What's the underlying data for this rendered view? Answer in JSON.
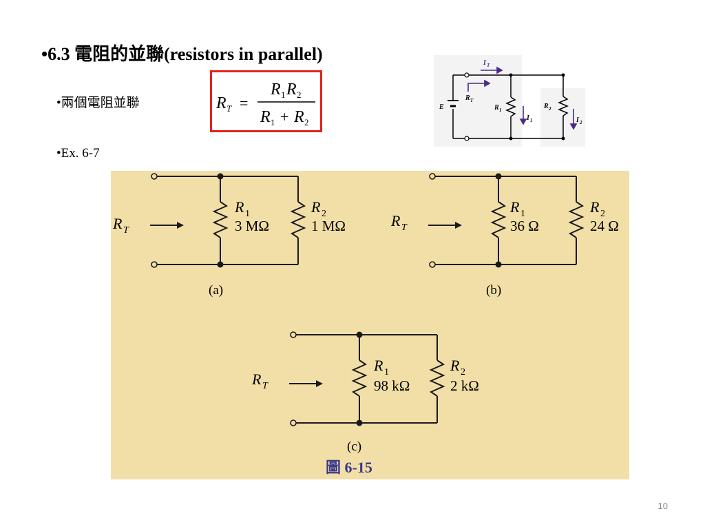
{
  "slide": {
    "title": "•6.3 電阻的並聯(resistors in parallel)",
    "bullet_two_resistors": "•兩個電阻並聯",
    "bullet_example": "•Ex. 6-7",
    "page_number": "10"
  },
  "formula": {
    "lhs": "R",
    "lhs_sub": "T",
    "equals": "=",
    "num_r": "R",
    "num_sub1": "1",
    "num_sub2": "2",
    "den_r": "R",
    "den_sub1": "1",
    "den_plus": "+",
    "den_sub2": "2"
  },
  "small_circuit": {
    "source_label": "E",
    "total_current_label": "I",
    "total_current_sub": "T",
    "rt_label": "R",
    "rt_sub": "T",
    "r1_label": "R",
    "r1_sub": "1",
    "r2_label": "R",
    "r2_sub": "2",
    "i1_label": "I",
    "i1_sub": "1",
    "i2_label": "I",
    "i2_sub": "2"
  },
  "figure": {
    "caption": "圖 6-15",
    "circuits": [
      {
        "id": "a",
        "sub_label": "(a)",
        "rt_label": "R",
        "rt_sub": "T",
        "r1_name": "R",
        "r1_sub": "1",
        "r1_value": "3 MΩ",
        "r2_name": "R",
        "r2_sub": "2",
        "r2_value": "1 MΩ"
      },
      {
        "id": "b",
        "sub_label": "(b)",
        "rt_label": "R",
        "rt_sub": "T",
        "r1_name": "R",
        "r1_sub": "1",
        "r1_value": "36 Ω",
        "r2_name": "R",
        "r2_sub": "2",
        "r2_value": "24 Ω"
      },
      {
        "id": "c",
        "sub_label": "(c)",
        "rt_label": "R",
        "rt_sub": "T",
        "r1_name": "R",
        "r1_sub": "1",
        "r1_value": "98 kΩ",
        "r2_name": "R",
        "r2_sub": "2",
        "r2_value": "2  kΩ"
      }
    ]
  },
  "colors": {
    "formula_border": "#e2231a",
    "figure_background": "#f2dfa7",
    "figure_caption": "#3a3a8c",
    "arrow_purple": "#4b2a86"
  }
}
